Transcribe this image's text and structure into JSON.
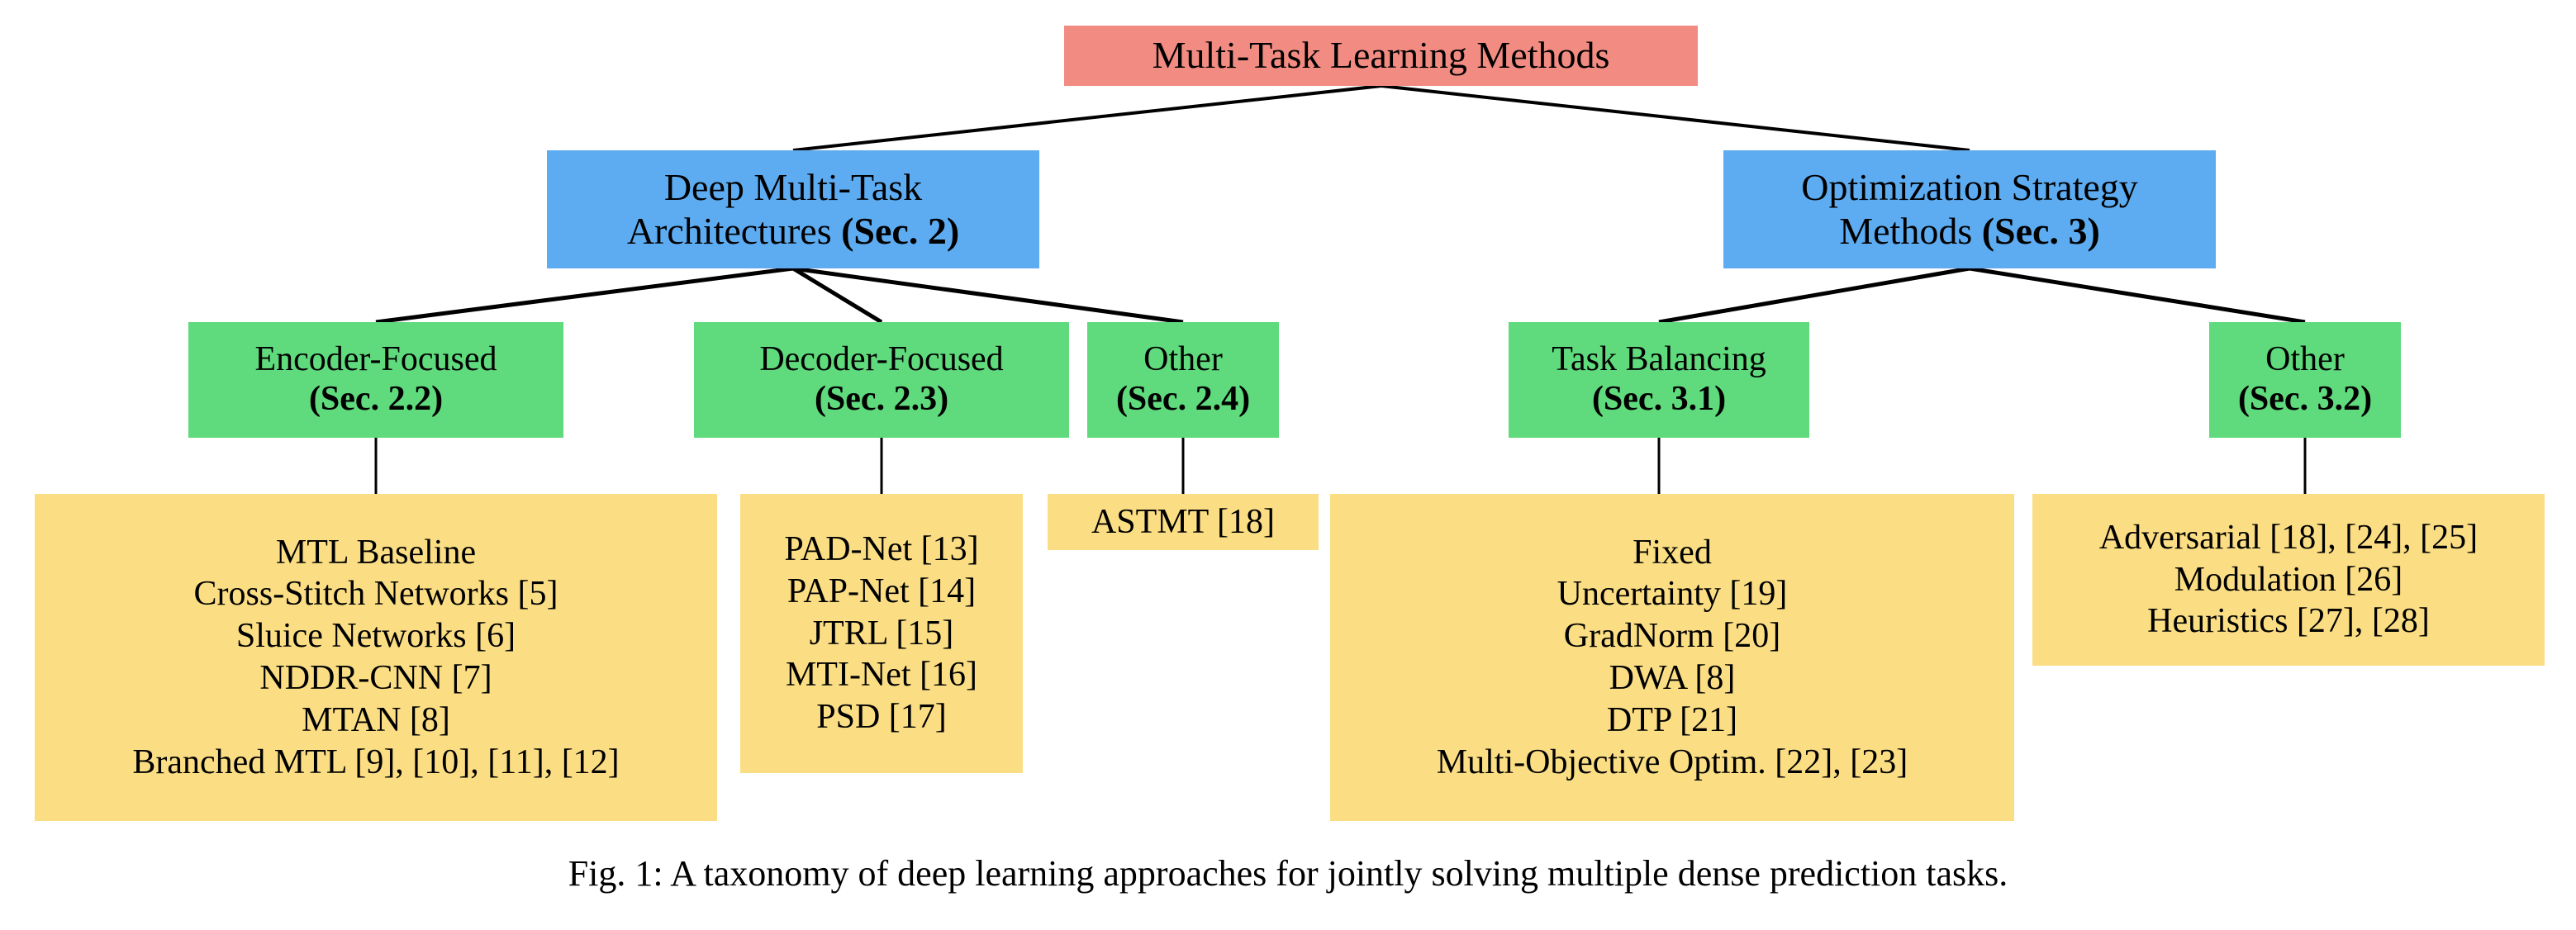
{
  "figure": {
    "caption": "Fig. 1: A taxonomy of deep learning approaches for jointly solving multiple dense prediction tasks."
  },
  "colors": {
    "root": "#F28C82",
    "level2": "#5DACF2",
    "level3": "#5FDA7C",
    "leaf": "#FBDE84",
    "edge": "#000000",
    "text": "#000000",
    "background": "#FFFFFF"
  },
  "tree": {
    "root": {
      "label": "Multi-Task Learning Methods"
    },
    "branches": [
      {
        "title_line1": "Deep Multi-Task",
        "title_line2": "Architectures",
        "section": "(Sec. 2)",
        "categories": [
          {
            "title": "Encoder-Focused",
            "section": "(Sec. 2.2)",
            "methods": [
              "MTL Baseline",
              "Cross-Stitch Networks [5]",
              "Sluice Networks [6]",
              "NDDR-CNN [7]",
              "MTAN [8]",
              "Branched MTL [9], [10], [11], [12]"
            ]
          },
          {
            "title": "Decoder-Focused",
            "section": "(Sec. 2.3)",
            "methods": [
              "PAD-Net [13]",
              "PAP-Net [14]",
              "JTRL [15]",
              "MTI-Net [16]",
              "PSD [17]"
            ]
          },
          {
            "title": "Other",
            "section": "(Sec. 2.4)",
            "methods": [
              "ASTMT [18]"
            ]
          }
        ]
      },
      {
        "title_line1": "Optimization Strategy",
        "title_line2": "Methods",
        "section": "(Sec. 3)",
        "categories": [
          {
            "title": "Task Balancing",
            "section": "(Sec. 3.1)",
            "methods": [
              "Fixed",
              "Uncertainty [19]",
              "GradNorm [20]",
              "DWA [8]",
              "DTP [21]",
              "Multi-Objective Optim. [22], [23]"
            ]
          },
          {
            "title": "Other",
            "section": "(Sec. 3.2)",
            "methods": [
              "Adversarial [18], [24], [25]",
              "Modulation [26]",
              "Heuristics [27], [28]"
            ]
          }
        ]
      }
    ]
  }
}
